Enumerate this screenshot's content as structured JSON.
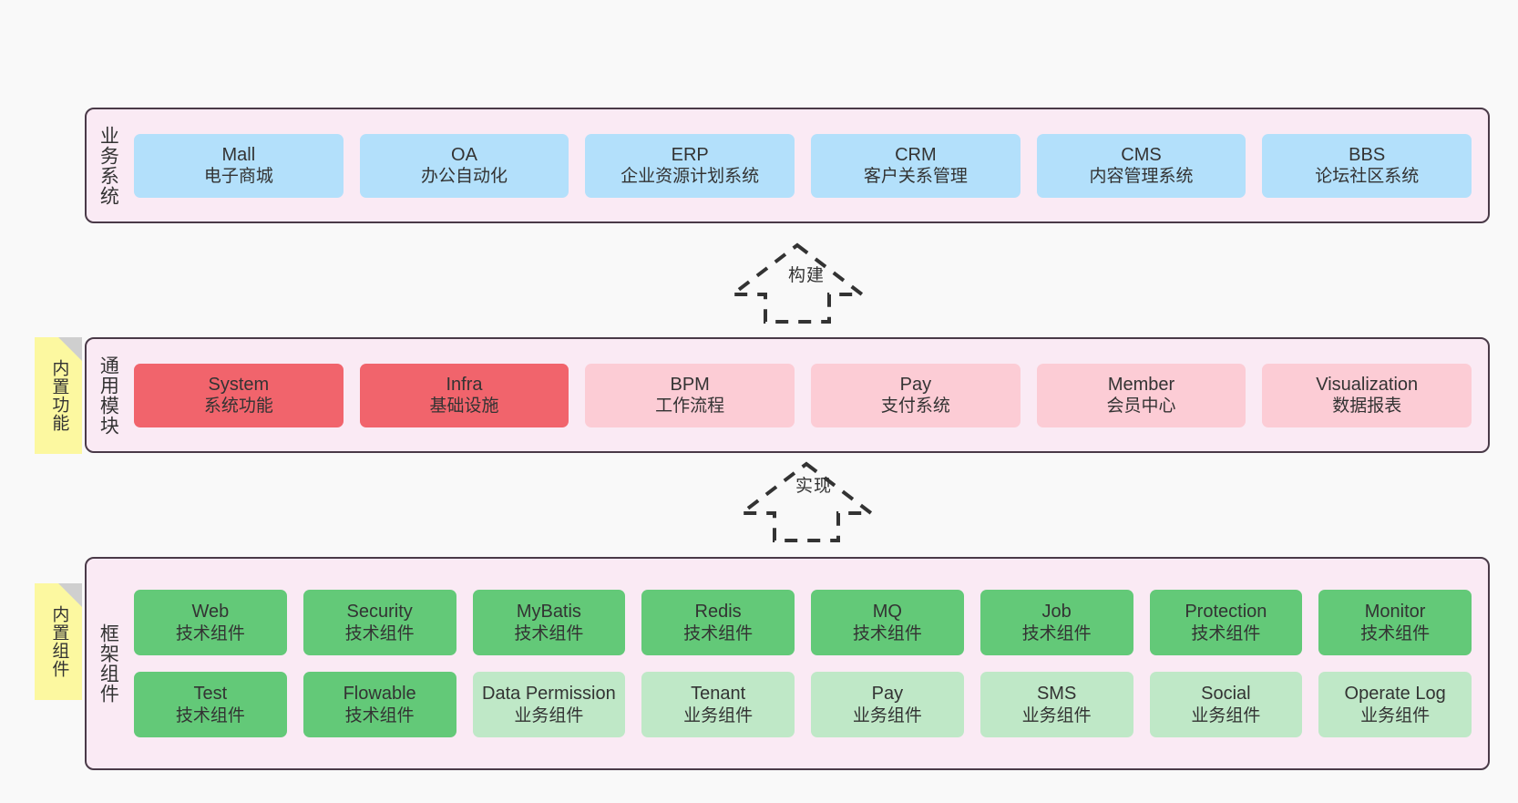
{
  "diagram": {
    "background_color": "#f9f9f9",
    "layer_fill": "#faeaf4",
    "layer_border": "#4a3a48",
    "note_fill": "#fcf8a0"
  },
  "layers": [
    {
      "id": "business",
      "title": "业务系统",
      "color": "#b3e0fb",
      "rows": [
        {
          "cards": [
            {
              "title": "Mall",
              "subtitle": "电子商城",
              "style": "blue"
            },
            {
              "title": "OA",
              "subtitle": "办公自动化",
              "style": "blue"
            },
            {
              "title": "ERP",
              "subtitle": "企业资源计划系统",
              "style": "blue"
            },
            {
              "title": "CRM",
              "subtitle": "客户关系管理",
              "style": "blue"
            },
            {
              "title": "CMS",
              "subtitle": "内容管理系统",
              "style": "blue"
            },
            {
              "title": "BBS",
              "subtitle": "论坛社区系统",
              "style": "blue"
            }
          ]
        }
      ]
    },
    {
      "id": "common",
      "title": "通用模块",
      "color": "#f1646c",
      "rows": [
        {
          "cards": [
            {
              "title": "System",
              "subtitle": "系统功能",
              "style": "red"
            },
            {
              "title": "Infra",
              "subtitle": "基础设施",
              "style": "red"
            },
            {
              "title": "BPM",
              "subtitle": "工作流程",
              "style": "pink"
            },
            {
              "title": "Pay",
              "subtitle": "支付系统",
              "style": "pink"
            },
            {
              "title": "Member",
              "subtitle": "会员中心",
              "style": "pink"
            },
            {
              "title": "Visualization",
              "subtitle": "数据报表",
              "style": "pink"
            }
          ]
        }
      ]
    },
    {
      "id": "frame",
      "title": "框架组件",
      "color": "#63c978",
      "rows": [
        {
          "cards": [
            {
              "title": "Web",
              "subtitle": "技术组件",
              "style": "green"
            },
            {
              "title": "Security",
              "subtitle": "技术组件",
              "style": "green"
            },
            {
              "title": "MyBatis",
              "subtitle": "技术组件",
              "style": "green"
            },
            {
              "title": "Redis",
              "subtitle": "技术组件",
              "style": "green"
            },
            {
              "title": "MQ",
              "subtitle": "技术组件",
              "style": "green"
            },
            {
              "title": "Job",
              "subtitle": "技术组件",
              "style": "green"
            },
            {
              "title": "Protection",
              "subtitle": "技术组件",
              "style": "green"
            },
            {
              "title": "Monitor",
              "subtitle": "技术组件",
              "style": "green"
            }
          ]
        },
        {
          "cards": [
            {
              "title": "Test",
              "subtitle": "技术组件",
              "style": "green"
            },
            {
              "title": "Flowable",
              "subtitle": "技术组件",
              "style": "green"
            },
            {
              "title": "Data Permission",
              "subtitle": "业务组件",
              "style": "green-light"
            },
            {
              "title": "Tenant",
              "subtitle": "业务组件",
              "style": "green-light"
            },
            {
              "title": "Pay",
              "subtitle": "业务组件",
              "style": "green-light"
            },
            {
              "title": "SMS",
              "subtitle": "业务组件",
              "style": "green-light"
            },
            {
              "title": "Social",
              "subtitle": "业务组件",
              "style": "green-light"
            },
            {
              "title": "Operate Log",
              "subtitle": "业务组件",
              "style": "green-light"
            }
          ]
        }
      ]
    }
  ],
  "notes": [
    {
      "id": "functions",
      "text": "内置功能"
    },
    {
      "id": "components",
      "text": "内置组件"
    }
  ],
  "arrows": [
    {
      "id": "build",
      "label": "构建",
      "direction": "up",
      "style": "dashed-block"
    },
    {
      "id": "impl",
      "label": "实现",
      "direction": "up",
      "style": "dashed-block"
    }
  ]
}
